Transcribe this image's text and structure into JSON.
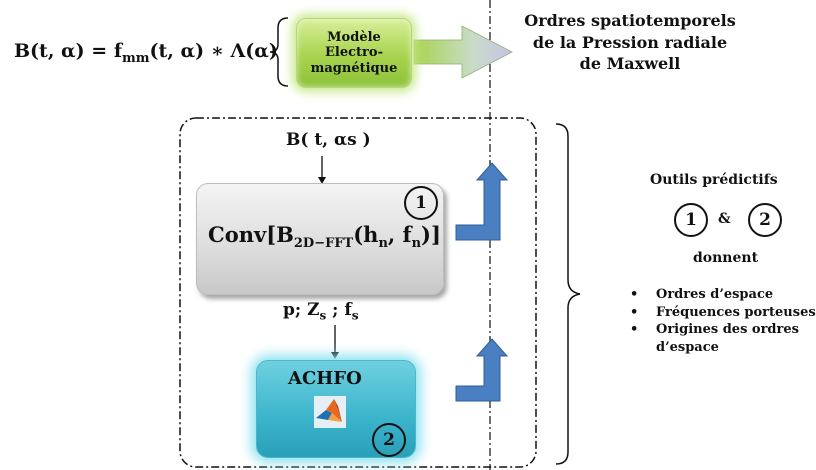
{
  "equation": "B(t, α) = f_mm(t, α) ∗ Λ(α)",
  "equation_parts": {
    "lhs": "B(t, α) = ",
    "f": "f",
    "f_sub": "mm",
    "rhs": "(t, α) ∗ Λ(α)"
  },
  "model_box": {
    "lines": [
      "Modèle",
      "Electro-",
      "magnétique"
    ]
  },
  "output_title": {
    "lines": [
      "Ordres spatiotemporels",
      "de la Pression radiale",
      "de Maxwell"
    ]
  },
  "input_signal": "B( t, αs )",
  "conv": {
    "main": "Conv[B",
    "sub": "2D−FFT",
    "args": "(h",
    "h_sub": "n",
    "mid": ", f",
    "f_sub": "n",
    "end": ")]"
  },
  "tool_numbers": {
    "one": "1",
    "two": "2"
  },
  "params": {
    "p": "p;  Z",
    "z_sub": "s",
    "sep": " ; f",
    "f_sub": "s"
  },
  "achfo": {
    "label": "ACHFO",
    "icon": "matlab-logo-icon"
  },
  "summary": {
    "title": "Outils prédictifs",
    "ampersand": "&",
    "verb": "donnent",
    "items": [
      "Ordres d’espace",
      "Fréquences porteuses",
      "Origines des ordres d’espace"
    ]
  },
  "colors": {
    "model_green": "#a8d34e",
    "achfo_cyan": "#3bb4cc",
    "arrow_blue": "#4a7fc1",
    "conv_gray": "#d9d9d9"
  }
}
